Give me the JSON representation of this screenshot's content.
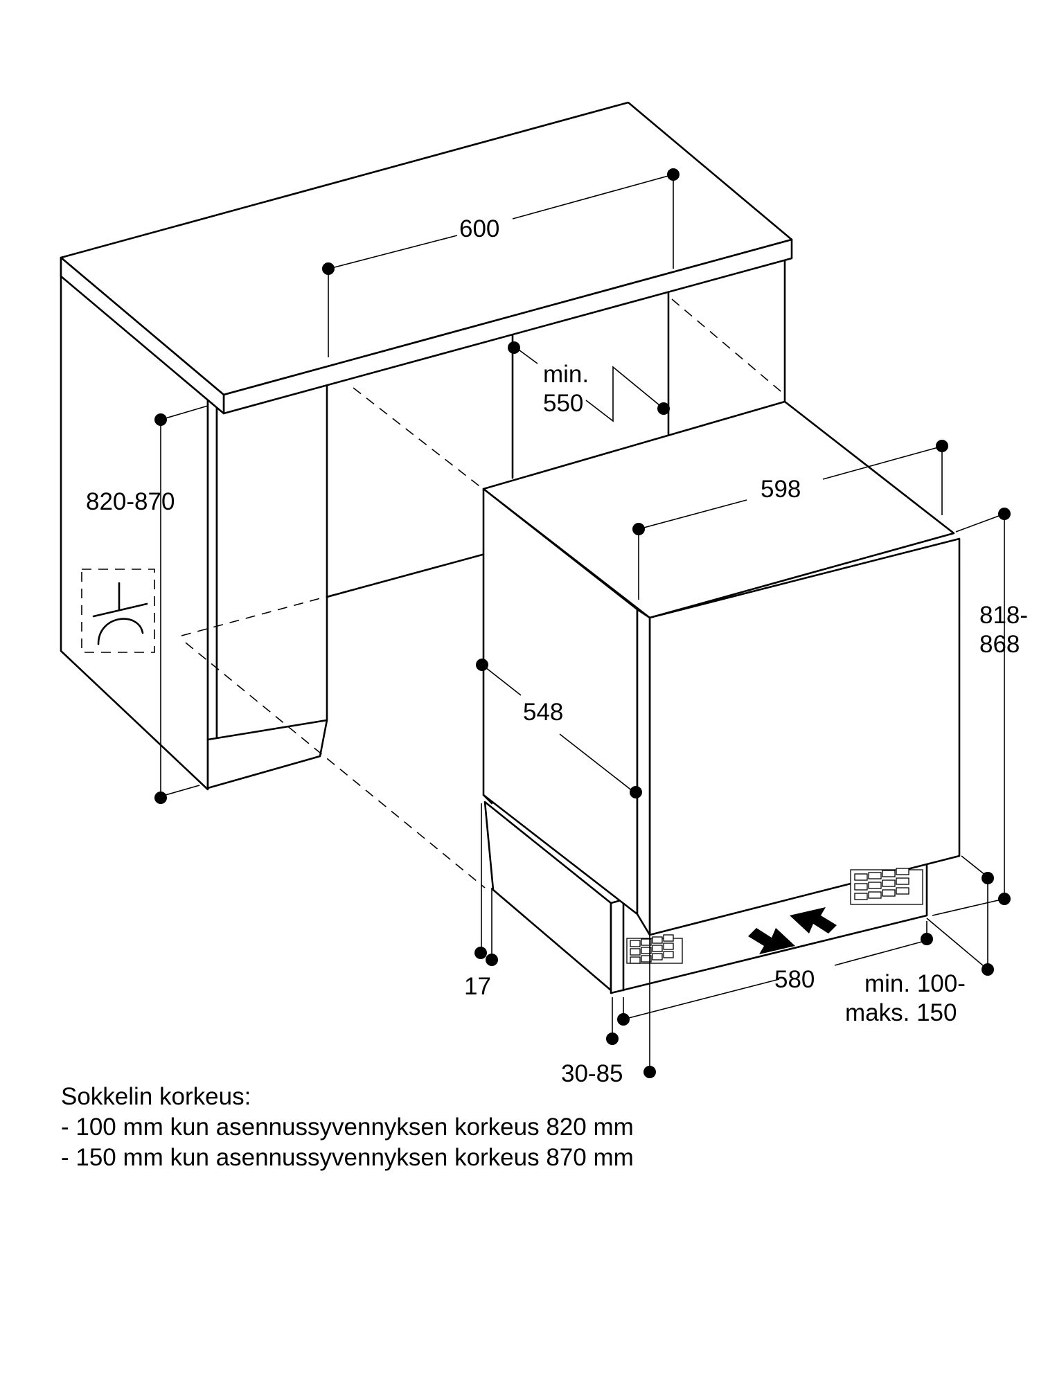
{
  "dimensions": {
    "niche_width": "600",
    "niche_depth_min_label": "min.",
    "niche_depth_min_value": "550",
    "niche_height": "820-870",
    "appliance_width": "598",
    "appliance_depth": "548",
    "appliance_height_line1": "818-",
    "appliance_height_line2": "868",
    "plinth_setback_side": "17",
    "appliance_base_width": "580",
    "plinth_height_line1": "min. 100-",
    "plinth_height_line2": "maks. 150",
    "plinth_depth": "30-85"
  },
  "note": {
    "title": "Sokkelin korkeus:",
    "lines": [
      "- 100 mm kun asennussyvennyksen korkeus 820 mm",
      "- 150 mm kun asennussyvennyksen korkeus 870 mm"
    ]
  }
}
